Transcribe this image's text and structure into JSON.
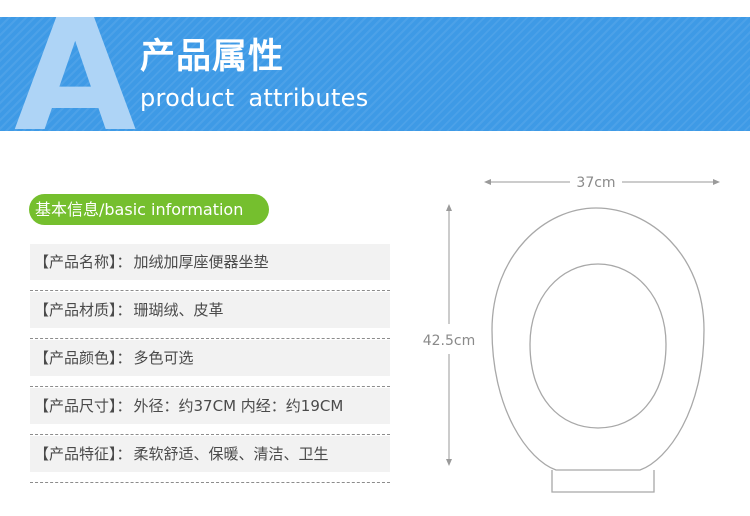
{
  "banner": {
    "letter": "A",
    "title": "产品属性",
    "subtitle": "product  attributes",
    "color": "#3e9ae6"
  },
  "basic_info": {
    "label": "基本信息/basic information",
    "color": "#75bf2e"
  },
  "attributes": [
    {
      "label": "【产品名称】：",
      "value": "加绒加厚座便器坐垫"
    },
    {
      "label": "【产品材质】：",
      "value": "珊瑚绒、皮革"
    },
    {
      "label": "【产品颜色】：",
      "value": "多色可选"
    },
    {
      "label": "【产品尺寸】：",
      "value": "外径：约37CM  内经：约19CM"
    },
    {
      "label": "【产品特征】：",
      "value": "柔软舒适、保暖、清洁、卫生"
    }
  ],
  "diagram": {
    "width_label": "37cm",
    "height_label": "42.5cm"
  }
}
